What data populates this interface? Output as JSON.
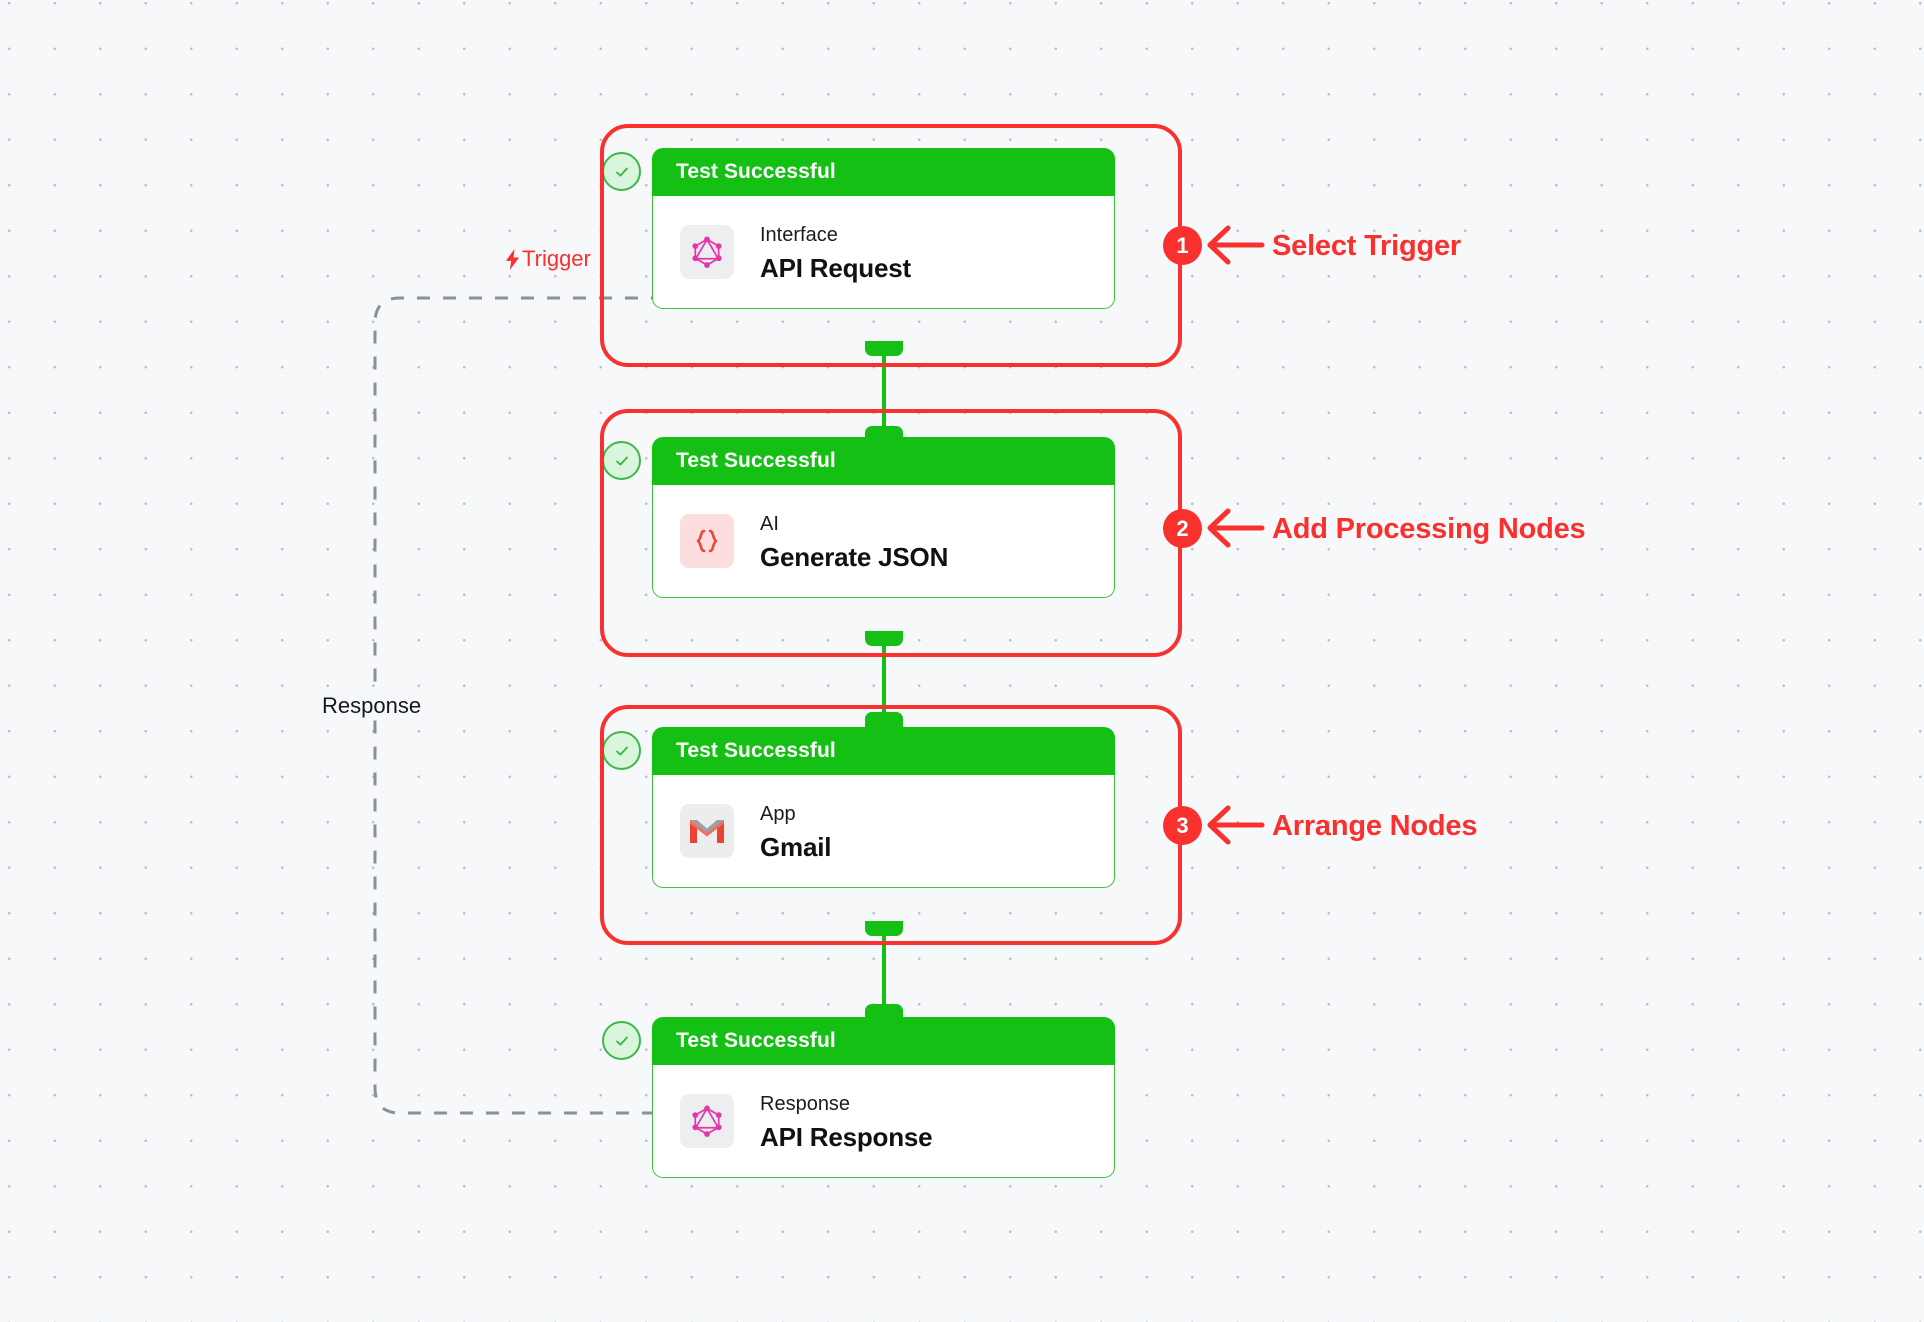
{
  "canvas": {
    "background_color": "#f6f8fa",
    "grid_dot_color": "#b8bec7"
  },
  "palette": {
    "success_green": "#15c015",
    "card_border_green": "#3fc13f",
    "highlight_red": "#f8312f",
    "graphql_pink": "#e535ab",
    "ai_red": "#f04438",
    "gmail_red": "#ea4335",
    "edge_dashed_gray": "#8a8f98"
  },
  "nodes": [
    {
      "id": "api-request",
      "status_label": "Test Successful",
      "kind": "Interface",
      "title": "API Request",
      "icon": "graphql-icon",
      "status_icon": "check-circle-icon"
    },
    {
      "id": "generate-json",
      "status_label": "Test Successful",
      "kind": "AI",
      "title": "Generate JSON",
      "icon": "json-braces-icon",
      "status_icon": "check-circle-icon"
    },
    {
      "id": "gmail",
      "status_label": "Test Successful",
      "kind": "App",
      "title": "Gmail",
      "icon": "gmail-icon",
      "status_icon": "check-circle-icon"
    },
    {
      "id": "api-response",
      "status_label": "Test Successful",
      "kind": "Response",
      "title": "API Response",
      "icon": "graphql-icon",
      "status_icon": "check-circle-icon"
    }
  ],
  "edge_labels": {
    "trigger": "Trigger",
    "trigger_icon": "lightning-bolt-icon",
    "response": "Response"
  },
  "annotations": [
    {
      "number": "1",
      "label": "Select Trigger",
      "arrow_icon": "arrow-left-icon"
    },
    {
      "number": "2",
      "label": "Add Processing Nodes",
      "arrow_icon": "arrow-left-icon"
    },
    {
      "number": "3",
      "label": "Arrange Nodes",
      "arrow_icon": "arrow-left-icon"
    }
  ]
}
